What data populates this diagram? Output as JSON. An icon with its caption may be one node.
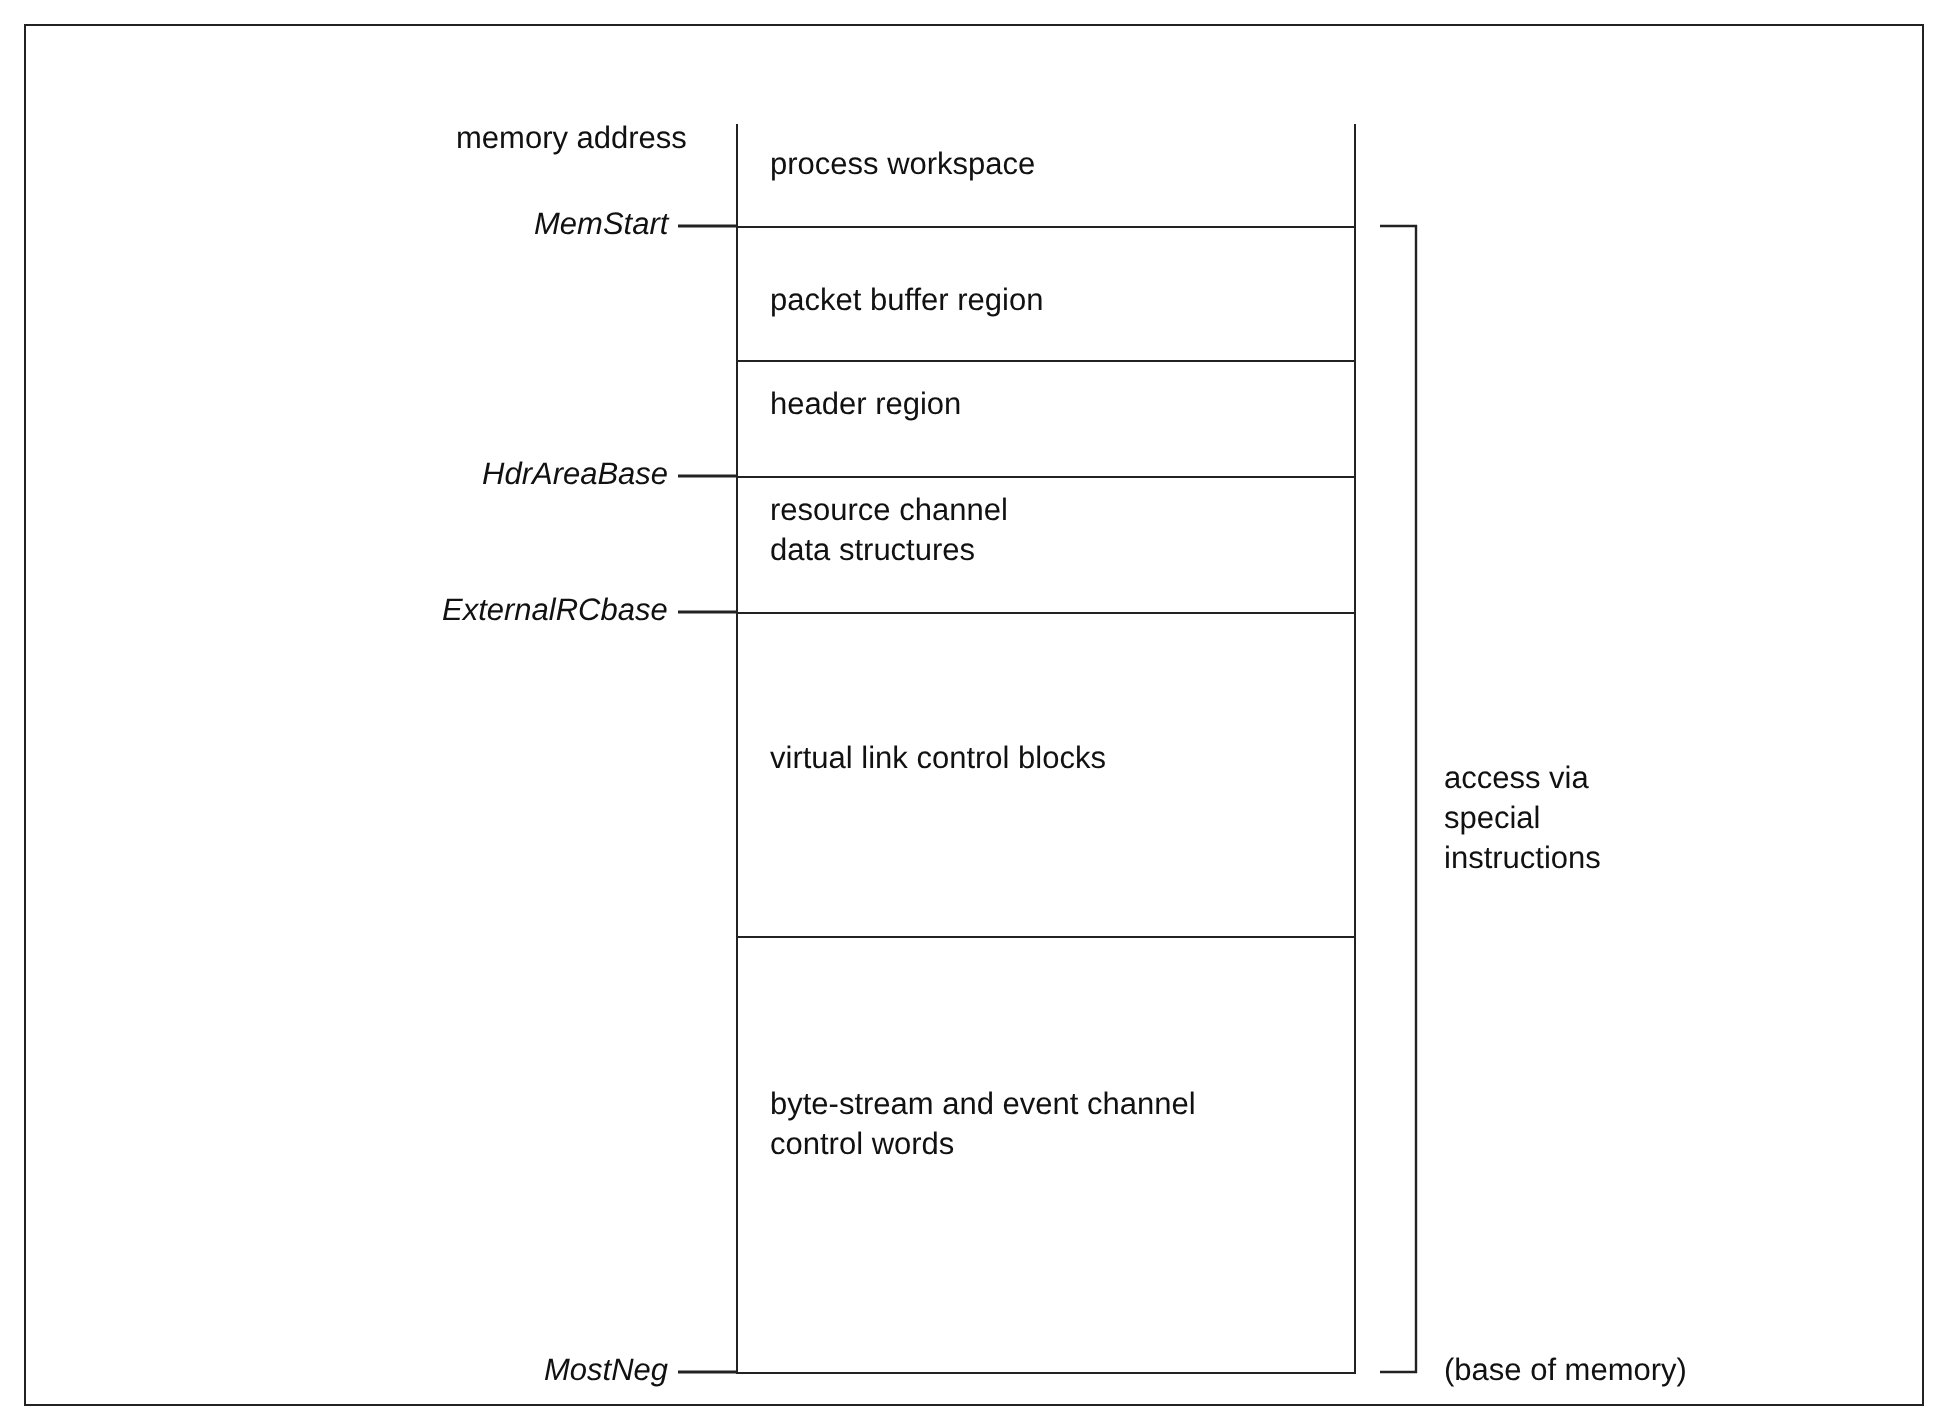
{
  "diagram": {
    "nodes": [
      {
        "text": [
          "process workspace"
        ]
      },
      {
        "text": [
          "packet buffer region"
        ]
      },
      {
        "text": [
          "header region"
        ]
      },
      {
        "text": [
          "resource channel data structures"
        ]
      },
      {
        "text": [
          "virtual link control blocks"
        ]
      },
      {
        "text": [
          "byte-stream and event channel control words"
        ]
      },
      {
        "text": [
          "MemStart"
        ]
      },
      {
        "text": [
          "HdrAreaBase"
        ]
      },
      {
        "text": [
          "ExternalRCbase"
        ]
      },
      {
        "text": [
          "MostNeg"
        ]
      }
    ],
    "edges": [
      {
        "from": 6,
        "to": 0,
        "arrow": "none"
      },
      {
        "from": 7,
        "to": 2,
        "arrow": "none"
      },
      {
        "from": 8,
        "to": 3,
        "arrow": "none"
      },
      {
        "from": 9,
        "to": 5,
        "arrow": "none"
      }
    ],
    "labels": [
      "memory address",
      "access via special instructions",
      "(base of memory)"
    ]
  }
}
